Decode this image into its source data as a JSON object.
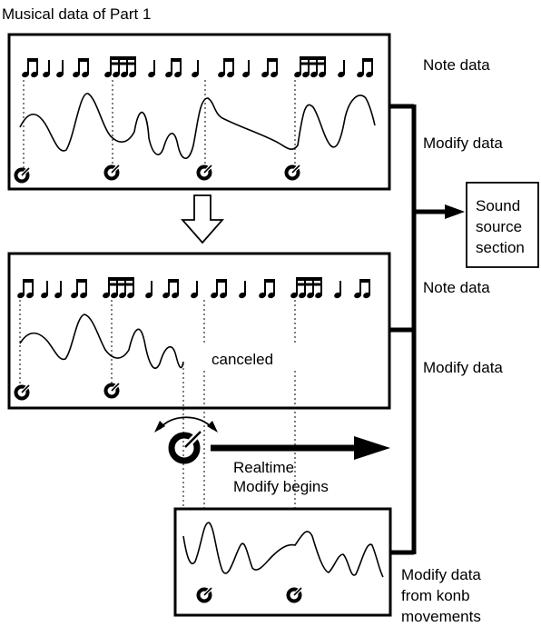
{
  "diagram": {
    "title": "Musical data of Part 1",
    "labels": {
      "note_data_top": "Note data",
      "modify_data_top": "Modify data",
      "sound_source": [
        "Sound",
        "source",
        "section"
      ],
      "note_data_mid": "Note data",
      "modify_data_mid": "Modify data",
      "canceled": "canceled",
      "realtime": [
        "Realtime",
        "Modify begins"
      ],
      "modify_from_knob": [
        "Modify data",
        "from konb",
        "movements"
      ]
    },
    "icons": [
      "knob-icon",
      "down-arrow-icon",
      "rotation-arrows-icon",
      "right-arrow-icon",
      "eighth-note-pair-icon",
      "quarter-note-icon",
      "sixteenth-note-group-icon"
    ]
  }
}
